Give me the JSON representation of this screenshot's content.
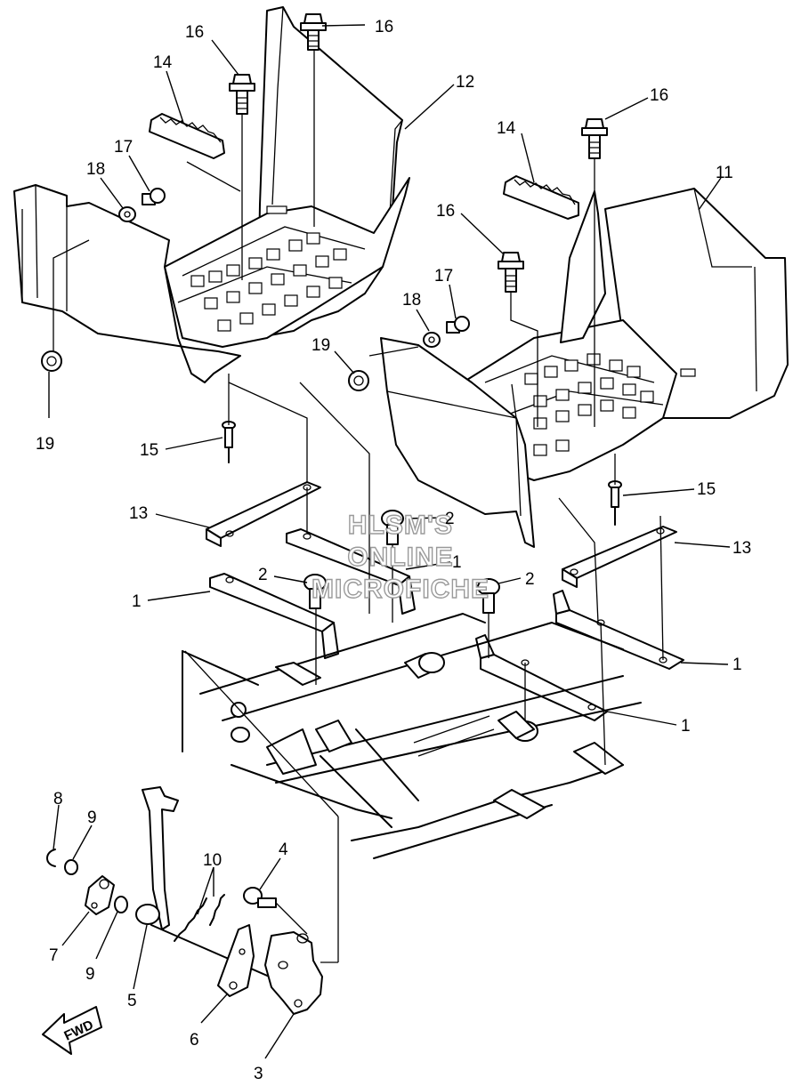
{
  "watermark": {
    "line1": "HLSM'S",
    "line2": "ONLINE",
    "line3": "MICROFICHE"
  },
  "direction_label": "FWD",
  "callouts": [
    {
      "id": "c16a",
      "text": "16"
    },
    {
      "id": "c16b",
      "text": "16"
    },
    {
      "id": "c16c",
      "text": "16"
    },
    {
      "id": "c16d",
      "text": "16"
    },
    {
      "id": "c14a",
      "text": "14"
    },
    {
      "id": "c14b",
      "text": "14"
    },
    {
      "id": "c12",
      "text": "12"
    },
    {
      "id": "c11",
      "text": "11"
    },
    {
      "id": "c17a",
      "text": "17"
    },
    {
      "id": "c17b",
      "text": "17"
    },
    {
      "id": "c18a",
      "text": "18"
    },
    {
      "id": "c18b",
      "text": "18"
    },
    {
      "id": "c19a",
      "text": "19"
    },
    {
      "id": "c19b",
      "text": "19"
    },
    {
      "id": "c15a",
      "text": "15"
    },
    {
      "id": "c15b",
      "text": "15"
    },
    {
      "id": "c13a",
      "text": "13"
    },
    {
      "id": "c13b",
      "text": "13"
    },
    {
      "id": "c2a",
      "text": "2"
    },
    {
      "id": "c2b",
      "text": "2"
    },
    {
      "id": "c2c",
      "text": "2"
    },
    {
      "id": "c1a",
      "text": "1"
    },
    {
      "id": "c1b",
      "text": "1"
    },
    {
      "id": "c1c",
      "text": "1"
    },
    {
      "id": "c1d",
      "text": "1"
    },
    {
      "id": "c8",
      "text": "8"
    },
    {
      "id": "c9a",
      "text": "9"
    },
    {
      "id": "c9b",
      "text": "9"
    },
    {
      "id": "c10",
      "text": "10"
    },
    {
      "id": "c4",
      "text": "4"
    },
    {
      "id": "c7",
      "text": "7"
    },
    {
      "id": "c5",
      "text": "5"
    },
    {
      "id": "c6",
      "text": "6"
    },
    {
      "id": "c3",
      "text": "3"
    }
  ]
}
